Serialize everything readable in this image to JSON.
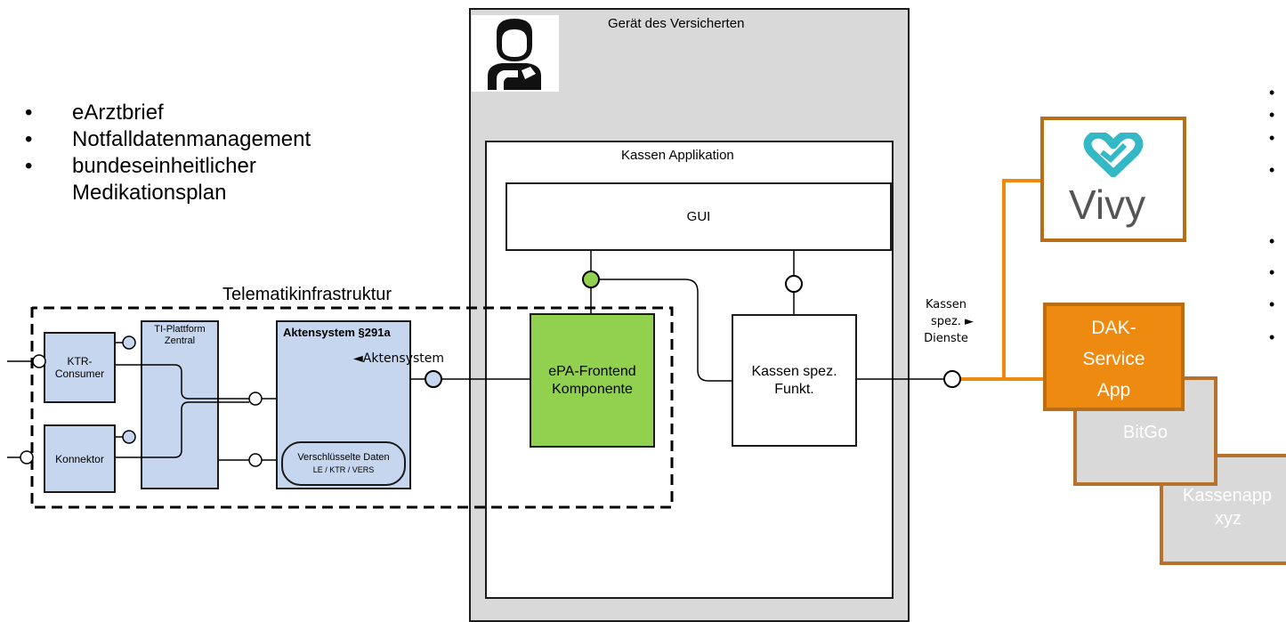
{
  "left_bullets": {
    "bullet_char": "•",
    "items": [
      "eArztbrief",
      "Notfalldatenmanagement",
      "bundeseinheitlicher Medikationsplan"
    ]
  },
  "right_bullets": {
    "bullet_char": "•",
    "count": 8
  },
  "device": {
    "title": "Gerät des Versicherten",
    "user_icon": "patient-icon"
  },
  "kassen_app": {
    "title": "Kassen Applikation",
    "gui_label": "GUI",
    "epa_label": "ePA-Frontend Komponente",
    "kassen_funkt_label": "Kassen spez. Funkt."
  },
  "ti": {
    "title": "Telematikinfrastruktur",
    "ktr_consumer": "KTR-Consumer",
    "konnektor": "Konnektor",
    "ti_plattform": "TI-Plattform Zentral",
    "aktensystem_title": "Aktensystem §291a",
    "aktensystem_interface": "◄Aktensystem",
    "verschluesselt": "Verschlüsselte Daten",
    "verschluesselt_sub": "LE / KTR / VERS"
  },
  "kassen_dienste_label": {
    "line1": "Kassen",
    "line2": "spez. ►",
    "line3": "Dienste"
  },
  "apps": {
    "vivy": "Vivy",
    "dak_line1": "DAK-",
    "dak_line2": "Service",
    "dak_line3": "App",
    "bitgo": "BitGo",
    "kassenapp_line1": "Kassenapp",
    "kassenapp_line2": "xyz"
  },
  "colors": {
    "orange": "#ef8a10",
    "green": "#92d050",
    "blue": "#c6d6ee",
    "grey": "#d9d9d9",
    "vivy_teal": "#35b8c6"
  }
}
